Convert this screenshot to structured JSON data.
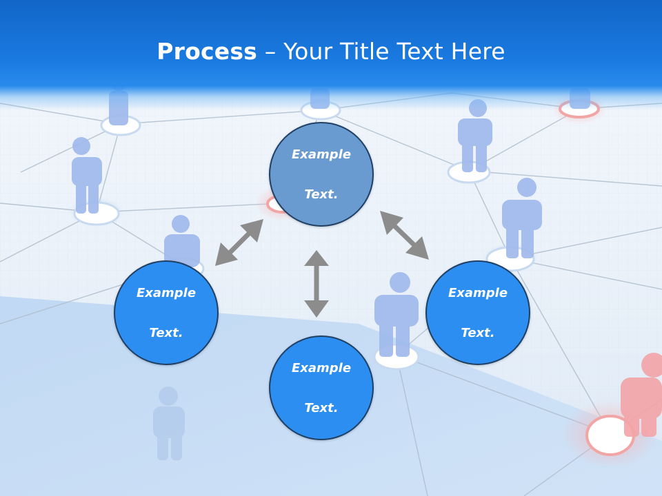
{
  "header": {
    "title_bold": "Process",
    "title_rest": " – Your Title Text Here"
  },
  "diagram": {
    "nodes": [
      {
        "id": "top",
        "line1": "Example",
        "line2": "Text."
      },
      {
        "id": "left",
        "line1": "Example",
        "line2": "Text."
      },
      {
        "id": "bottom",
        "line1": "Example",
        "line2": "Text."
      },
      {
        "id": "right",
        "line1": "Example",
        "line2": "Text."
      }
    ]
  },
  "colors": {
    "header_blue": "#1a7ae0",
    "node_top": "#6a9bd0",
    "node_blue": "#2c8ef0",
    "node_border": "#1f3f63",
    "arrow_gray": "#8c8c8c"
  }
}
